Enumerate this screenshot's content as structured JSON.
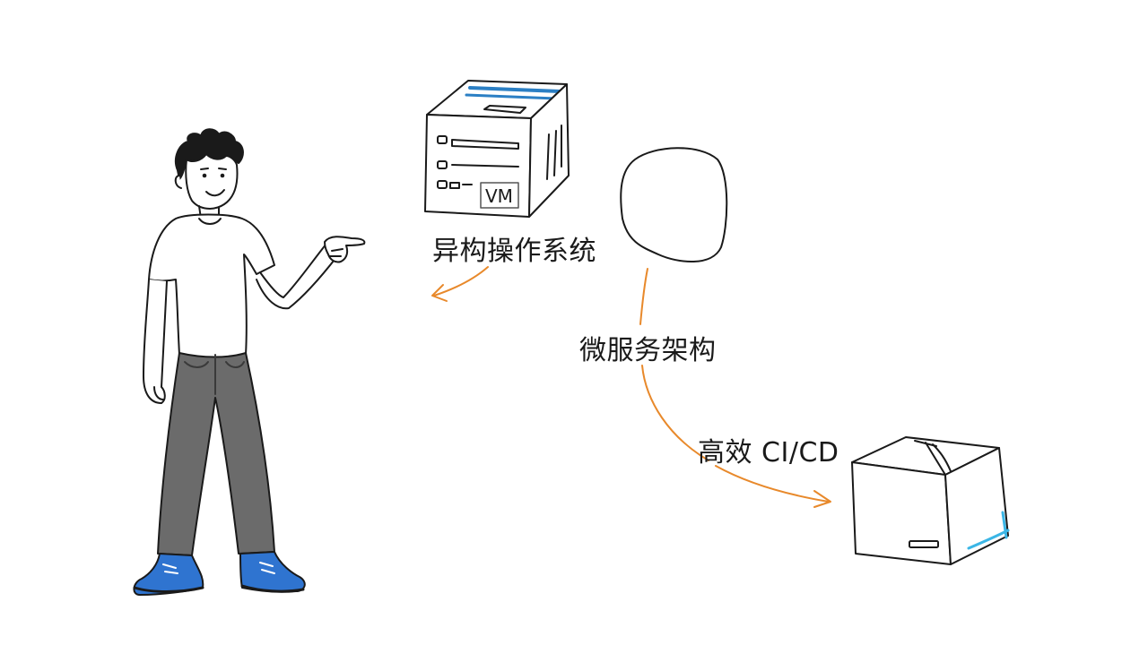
{
  "labels": {
    "os": "异构操作系统",
    "microservices": "微服务架构",
    "cicd": "高效 CI/CD"
  },
  "server": {
    "tag": "VM"
  },
  "colors": {
    "ink": "#1a1a1a",
    "arrow": "#e8892b",
    "server_stripe": "#2b7fc4",
    "shoes": "#2f74d0",
    "pants": "#6b6b6b",
    "box_accent": "#3bb6e6"
  }
}
